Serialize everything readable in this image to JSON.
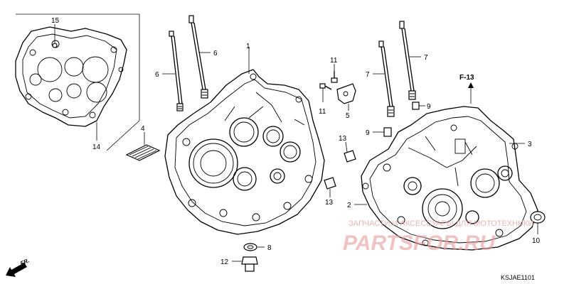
{
  "callouts": {
    "c15": "15",
    "c14": "14",
    "c1": "1",
    "c6a": "6",
    "c6b": "6",
    "c4": "4",
    "c11a": "11",
    "c11b": "11",
    "c5": "5",
    "c13a": "13",
    "c13b": "13",
    "c8": "8",
    "c12": "12",
    "c7a": "7",
    "c7b": "7",
    "c9a": "9",
    "c9b": "9",
    "c3": "3",
    "c2": "2",
    "c10": "10"
  },
  "reference": {
    "f13": "F-13"
  },
  "direction": {
    "fr": "FR."
  },
  "diagram_code": "KSJAE1101",
  "watermark": {
    "line1": "ЗАПЧАСТИ И АКСЕССУАРЫ ДЛЯ МОТОТЕХНИКИ",
    "line2": "PARTSFOR.RU"
  }
}
